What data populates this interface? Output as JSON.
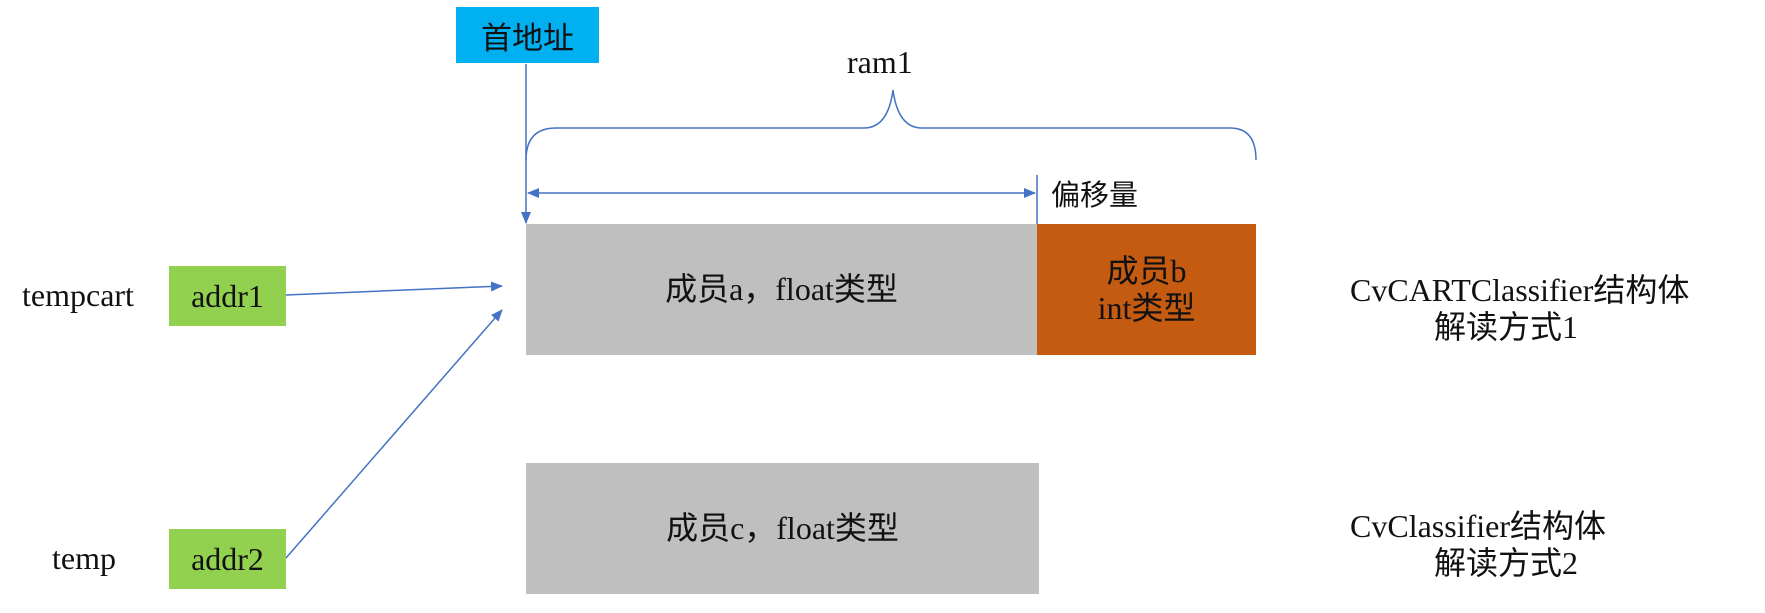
{
  "header": {
    "base_address_label": "首地址",
    "region_label": "ram1",
    "offset_label": "偏移量"
  },
  "variables": [
    {
      "name": "tempcart",
      "address": "addr1"
    },
    {
      "name": "temp",
      "address": "addr2"
    }
  ],
  "layout_1": {
    "member_a": "成员a，float类型",
    "member_b_line1": "成员b",
    "member_b_line2": "int类型",
    "struct_line1": "CvCARTClassifier结构体",
    "struct_line2": "解读方式1"
  },
  "layout_2": {
    "member_c": "成员c，float类型",
    "struct_line1": "CvClassifier结构体",
    "struct_line2": "解读方式2"
  },
  "colors": {
    "accent_blue": "#00B0F0",
    "address_green": "#92D050",
    "member_grey": "#BFBFBF",
    "member_orange": "#C55A11",
    "line_blue": "#4472C4"
  }
}
